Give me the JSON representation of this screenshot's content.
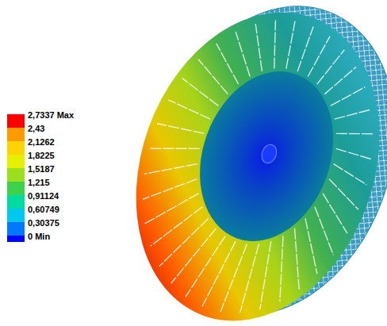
{
  "diagram": {
    "legend": [
      {
        "text": "2,7337 Max",
        "color": "#ff0000"
      },
      {
        "text": "2,43",
        "color": "#ff9a00"
      },
      {
        "text": "2,1262",
        "color": "#ffd400"
      },
      {
        "text": "1,8225",
        "color": "#e6f000"
      },
      {
        "text": "1,5187",
        "color": "#9ae01c"
      },
      {
        "text": "1,215",
        "color": "#3cd24a"
      },
      {
        "text": "0,91124",
        "color": "#00dca0"
      },
      {
        "text": "0,60749",
        "color": "#00c8f0"
      },
      {
        "text": "0,30375",
        "color": "#0078ff"
      },
      {
        "text": "0 Min",
        "color": "#0000ff"
      }
    ]
  }
}
